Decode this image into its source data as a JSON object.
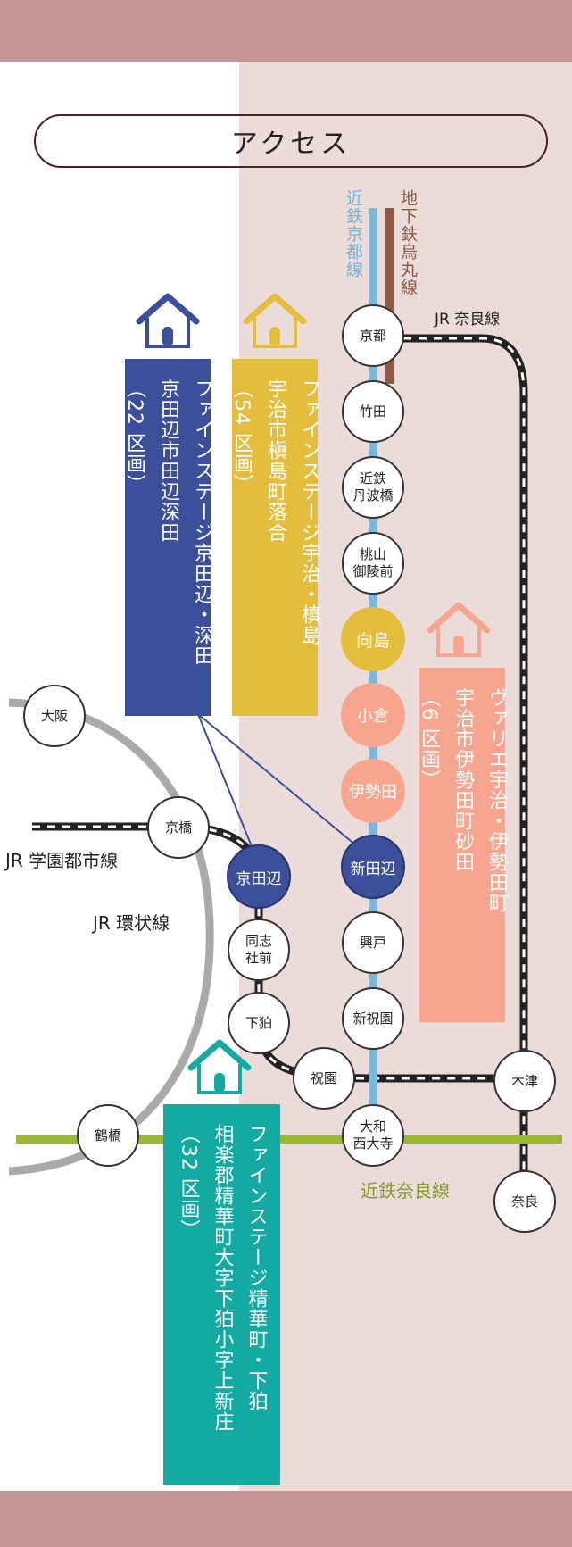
{
  "title": "アクセス",
  "colors": {
    "band": "#c49592",
    "panel": "#ebdcda",
    "kintetsu_kyoto": "#7ab7d8",
    "subway_karasuma": "#8c5a47",
    "nara_line": "#9ab832",
    "jr_gray": "#aaaaaa",
    "property_blue": "#3b4f9a",
    "property_yellow": "#e5bd3c",
    "property_salmon": "#f8a58f",
    "property_teal": "#12aaa3"
  },
  "lines": {
    "kintetsu_kyoto": "近鉄京都線",
    "subway_karasuma": "地下鉄烏丸線",
    "jr_nara": "JR 奈良線",
    "jr_gakkentoshi": "JR 学園都市線",
    "jr_loop": "JR 環状線",
    "kintetsu_nara": "近鉄奈良線"
  },
  "stations": {
    "kyoto": "京都",
    "takeda": "竹田",
    "kintetsu_tanbabashi": "近鉄\n丹波橋",
    "momoyama": "桃山\n御陵前",
    "mukaijima": "向島",
    "ogura": "小倉",
    "iseda": "伊勢田",
    "shintanabe": "新田辺",
    "kodo": "興戸",
    "shinhosono": "新祝園",
    "yamato_saidaiji": "大和\n西大寺",
    "osaka": "大阪",
    "kyobashi": "京橋",
    "kyotanabe": "京田辺",
    "doshisha": "同志\n社前",
    "shimokoma": "下狛",
    "hosono": "祝園",
    "tsurumi": "鶴橋",
    "kizu": "木津",
    "nara": "奈良"
  },
  "properties": [
    {
      "name": "ファインステージ京田辺・深田",
      "address": "京田辺市田辺深田",
      "lots": "（22 区画）",
      "color": "#3b4f9a"
    },
    {
      "name": "ファインステージ宇治・槙島",
      "address": "宇治市槇島町落合",
      "lots": "（54 区画）",
      "color": "#e5bd3c"
    },
    {
      "name": "ヴァリエ宇治・伊勢田町",
      "address": "宇治市伊勢田町砂田",
      "lots": "（6 区画）",
      "color": "#f8a58f"
    },
    {
      "name": "ファインステージ精華町・下狛",
      "address": "相楽郡精華町大字下狛小字上新庄",
      "lots": "（32 区画）",
      "color": "#12aaa3"
    }
  ]
}
